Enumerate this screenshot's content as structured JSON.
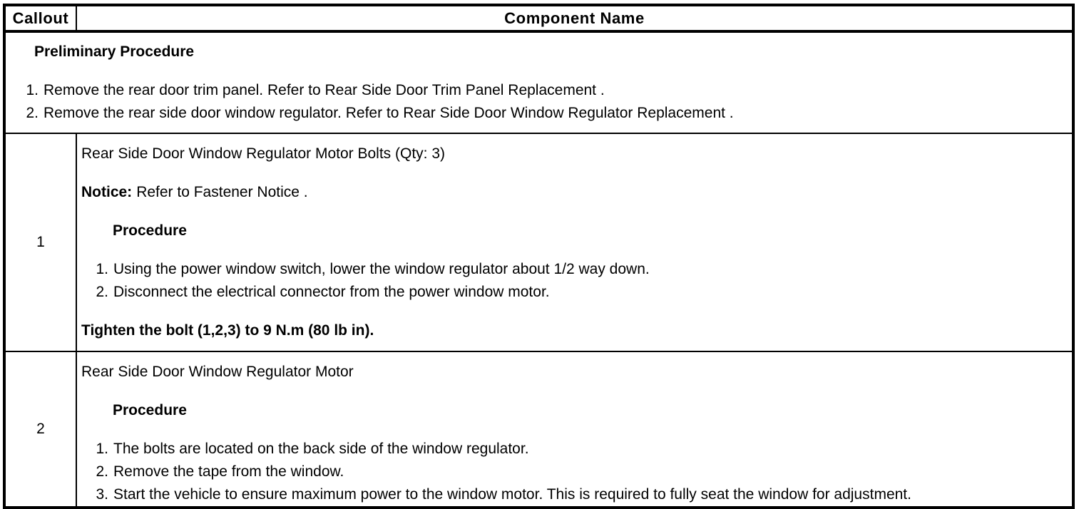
{
  "table": {
    "headers": {
      "callout": "Callout",
      "component": "Component Name"
    },
    "preliminary": {
      "title": "Preliminary Procedure",
      "steps": [
        {
          "n": "1.",
          "text": "Remove the rear door trim panel. Refer to Rear Side Door Trim Panel Replacement ."
        },
        {
          "n": "2.",
          "text": "Remove the rear side door window regulator. Refer to Rear Side Door Window Regulator Replacement ."
        }
      ]
    },
    "rows": [
      {
        "callout": "1",
        "component": "Rear Side Door Window Regulator Motor Bolts (Qty: 3)",
        "notice_label": "Notice:",
        "notice_text": "Refer to Fastener Notice .",
        "procedure_label": "Procedure",
        "steps": [
          {
            "n": "1.",
            "text": "Using the power window switch, lower the window regulator about 1/2 way down."
          },
          {
            "n": "2.",
            "text": "Disconnect the electrical connector from the power window motor."
          }
        ],
        "tighten": "Tighten the bolt (1,2,3) to 9 N.m (80 lb in)."
      },
      {
        "callout": "2",
        "component": "Rear Side Door Window Regulator Motor",
        "procedure_label": "Procedure",
        "steps": [
          {
            "n": "1.",
            "text": "The bolts are located on the back side of the window regulator."
          },
          {
            "n": "2.",
            "text": "Remove the tape from the window."
          },
          {
            "n": "3.",
            "text": "Start the vehicle to ensure maximum power to the window motor. This is required to fully seat the window for adjustment."
          }
        ]
      }
    ]
  }
}
